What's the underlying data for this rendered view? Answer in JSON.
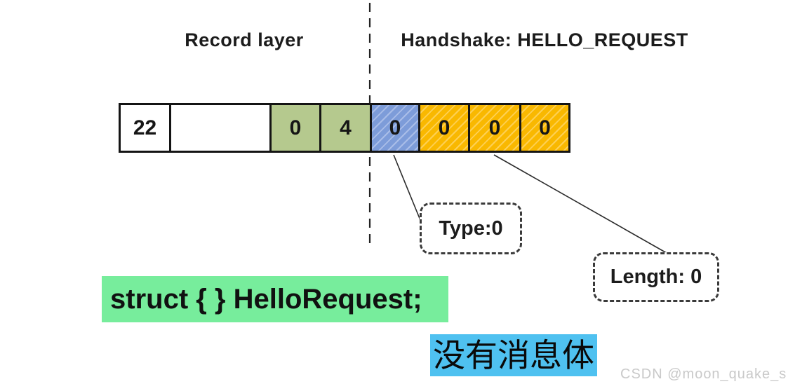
{
  "diagram": {
    "section_labels": {
      "record_layer": "Record layer",
      "handshake": "Handshake: HELLO_REQUEST"
    },
    "byte_row": {
      "cells": [
        {
          "value": "22",
          "variant": "plain",
          "segment": "record-layer"
        },
        {
          "value": "",
          "variant": "plain-wide",
          "segment": "record-layer"
        },
        {
          "value": "0",
          "variant": "green",
          "segment": "record-layer"
        },
        {
          "value": "4",
          "variant": "green",
          "segment": "record-layer"
        },
        {
          "value": "0",
          "variant": "blue",
          "segment": "handshake"
        },
        {
          "value": "0",
          "variant": "orange",
          "segment": "handshake"
        },
        {
          "value": "0",
          "variant": "orange",
          "segment": "handshake"
        },
        {
          "value": "0",
          "variant": "orange",
          "segment": "handshake"
        }
      ]
    },
    "callouts": {
      "type_label": "Type:0",
      "length_label": "Length: 0"
    },
    "annotations": {
      "struct_code": "struct { } HelloRequest;",
      "no_body_note": "没有消息体"
    },
    "watermark": "CSDN @moon_quake_s",
    "colors": {
      "green_cell": "#b5c98e",
      "blue_cell": "#7d9cd9",
      "blue_cell_stripe": "#a9bde8",
      "orange_cell": "#f9b800",
      "orange_cell_stripe": "#fdd054",
      "struct_highlight": "#77ed9c",
      "note_highlight": "#4fc1f0",
      "line_color": "#2b2b2b"
    }
  }
}
